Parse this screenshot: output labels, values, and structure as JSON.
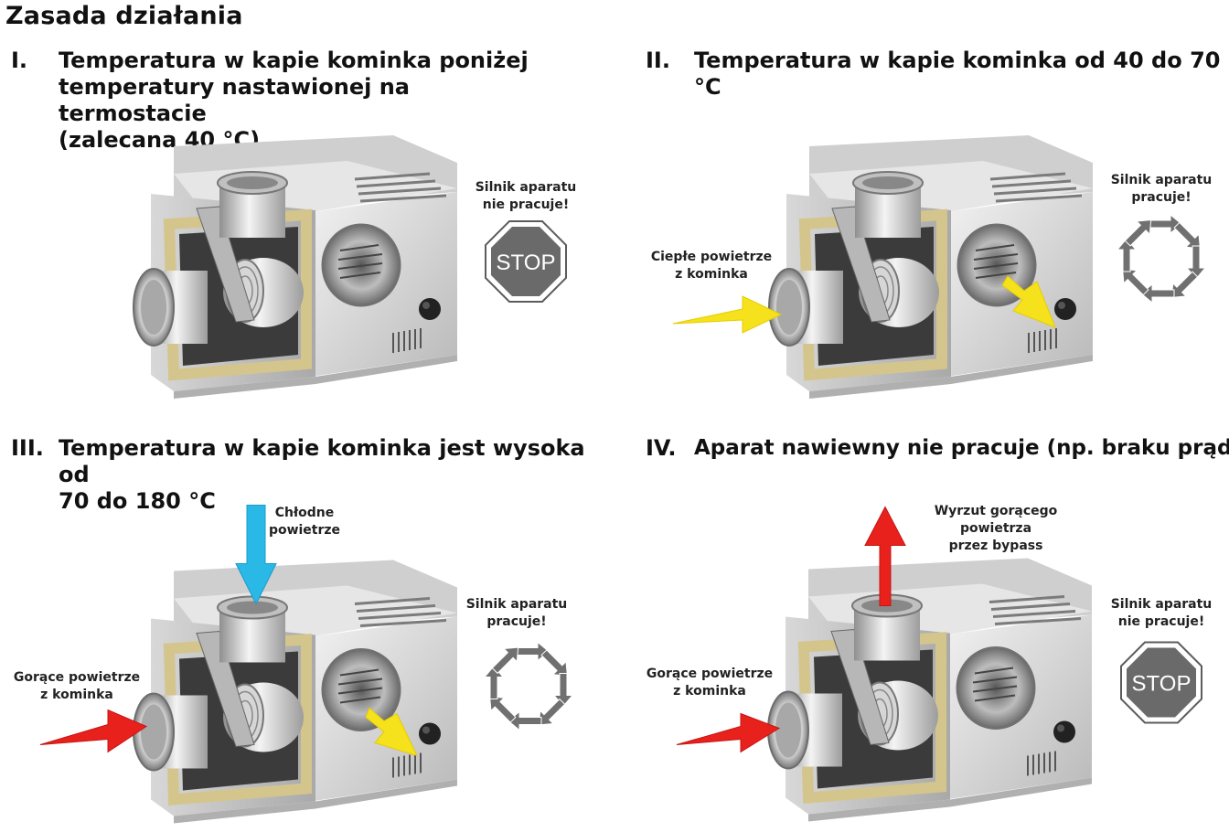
{
  "page": {
    "title": "Zasada działania"
  },
  "panels": [
    {
      "numeral": "I.",
      "heading": "Temperatura w kapie kominka poniżej\ntemperatury nastawionej na termostacie\n(zalecana 40 °C)",
      "motor_status": "Silnik aparatu\nnie pracuje!",
      "stop_sign": "STOP"
    },
    {
      "numeral": "II.",
      "heading": "Temperatura w kapie kominka od 40 do 70 °C",
      "inlet_label": "Ciepłe powietrze\nz kominka",
      "motor_status": "Silnik aparatu\npracuje!"
    },
    {
      "numeral": "III.",
      "heading": "Temperatura w kapie kominka jest wysoka od\n70 do 180 °C",
      "cool_air_label": "Chłodne\npowietrze",
      "inlet_label": "Gorące powietrze\nz kominka",
      "motor_status": "Silnik aparatu\npracuje!"
    },
    {
      "numeral": "IV.",
      "heading": "Aparat nawiewny nie pracuje (np. braku prądu).",
      "bypass_label": "Wyrzut gorącego powietrza\nprzez bypass",
      "inlet_label": "Gorące powietrze\nz kominka",
      "motor_status": "Silnik aparatu\nnie pracuje!",
      "stop_sign": "STOP"
    }
  ],
  "colors": {
    "warm_arrow": "#f5e21c",
    "hot_arrow": "#e8211d",
    "cool_arrow": "#2ab8e6",
    "stop_sign": "#6a6a6a",
    "rotation_arrows": "#707070",
    "insulation": "#d4c58d"
  },
  "icons": [
    "stop-sign-icon",
    "rotation-cycle-icon",
    "airflow-arrow-icon"
  ]
}
